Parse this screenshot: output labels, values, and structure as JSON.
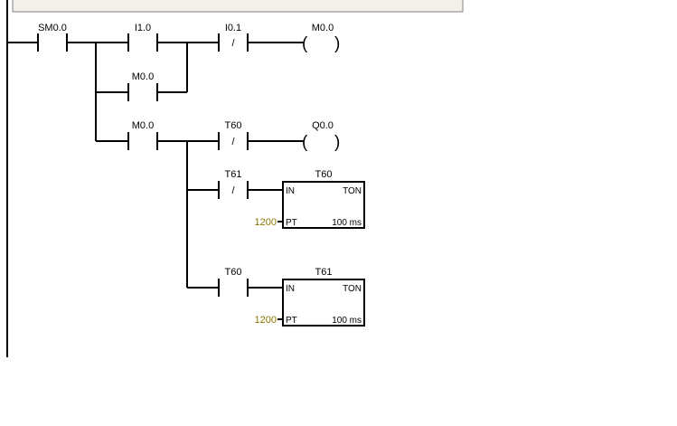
{
  "ladder": {
    "rung1": {
      "contact_sm00": "SM0.0",
      "contact_i10": "I1.0",
      "contact_m00_seal": "M0.0",
      "contact_i01": "I0.1",
      "coil_m00": "M0.0"
    },
    "rung2": {
      "contact_m00": "M0.0",
      "contact_t60_nc": "T60",
      "coil_q00": "Q0.0"
    },
    "nc_symbol": "/",
    "coil_left": "(",
    "coil_right": ")",
    "timers": [
      {
        "enable_contact": "T61",
        "name": "T60",
        "type": "TON",
        "in_label": "IN",
        "pt_label": "PT",
        "preset": "1200",
        "base": "100 ms"
      },
      {
        "enable_contact": "T60",
        "name": "T61",
        "type": "TON",
        "in_label": "IN",
        "pt_label": "PT",
        "preset": "1200",
        "base": "100 ms"
      }
    ],
    "colors": {
      "line": "#000000",
      "preset_text": "#8a7500",
      "panel_border": "#808080",
      "panel_fill": "#f2f0e8"
    }
  }
}
